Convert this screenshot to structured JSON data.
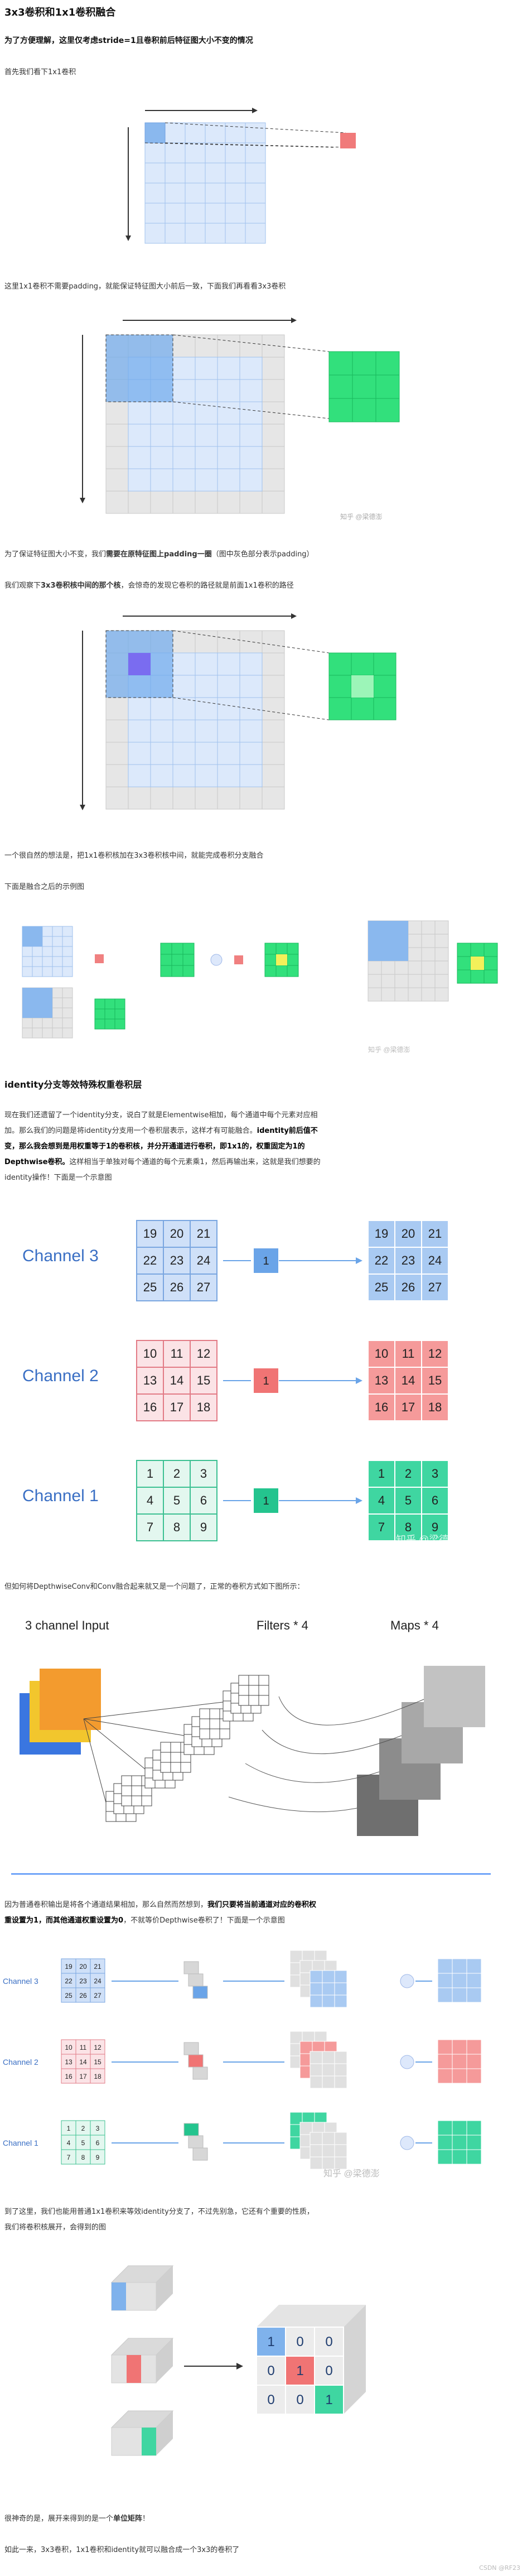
{
  "article": {
    "title": "3x3卷积和1x1卷积融合",
    "intro_bold": "为了方便理解，这里仅考虑stride=1且卷积前后特征图大小不变的情况",
    "p1": "首先我们看下1x1卷积",
    "p2": "这里1x1卷积不需要padding，就能保证特征图大小前后一致，下面我们再看看3x3卷积",
    "p3_pre": "为了保证特征图大小不变，我们",
    "p3_bold": "需要在原特征图上padding一圈",
    "p3_post": "（图中灰色部分表示padding）",
    "p4_pre": "我们观察下",
    "p4_bold": "3x3卷积核中间的那个核",
    "p4_post": "，会惊奇的发现它卷积的路径就是前面1x1卷积的路径",
    "p5": "一个很自然的想法是，把1x1卷积核加在3x3卷积核中间，就能完成卷积分支融合",
    "p6": "下面是融合之后的示例图",
    "watermark_1": "知乎 @梁德澎",
    "watermark_2": "知乎 @梁德澎",
    "section2_title": "identity分支等效特殊权重卷积层",
    "p7_a": "现在我们还遗留了一个identity分支，说白了就是Elementwise相加，每个通道中每个元素对应相",
    "p7_b": "加。那么我们的问题是将identity分支用一个卷积层表示，这样才有可能融合。",
    "p7_b_bold": "identity前后值不",
    "p7_c_bold": "变，那么我会想到是用权重等于1的卷积核，并分开通道进行卷积，即1x1的，权重固定为1的",
    "p7_d_bold": "Depthwise卷积。",
    "p7_d": "这样相当于单独对每个通道的每个元素乘1，然后再输出来，这就是我们想要的",
    "p7_e": "identity操作！下面是一个示意图",
    "channels": [
      {
        "name": "Channel 3",
        "values": [
          "19",
          "20",
          "21",
          "22",
          "23",
          "24",
          "25",
          "26",
          "27"
        ],
        "weight": "1",
        "fill": "#cfe0f8",
        "border": "#7aa6e0",
        "kern": "#6aa4e8",
        "out": "#a9caf2"
      },
      {
        "name": "Channel 2",
        "values": [
          "10",
          "11",
          "12",
          "13",
          "14",
          "15",
          "16",
          "17",
          "18"
        ],
        "weight": "1",
        "fill": "#fbe3e6",
        "border": "#e27b86",
        "kern": "#f07474",
        "out": "#f59a9a"
      },
      {
        "name": "Channel 1",
        "values": [
          "1",
          "2",
          "3",
          "4",
          "5",
          "6",
          "7",
          "8",
          "9"
        ],
        "weight": "1",
        "fill": "#e3f7ef",
        "border": "#3cc092",
        "kern": "#24c48e",
        "out": "#3fd6a1"
      }
    ],
    "watermark_3": "知乎 @梁德澎",
    "p8": "但如何将DepthwiseConv和Conv融合起来就又是一个问题了，正常的卷积方式如下图所示：",
    "fig_input": "3 channel Input",
    "fig_filters": "Filters * 4",
    "fig_maps": "Maps * 4",
    "p9_pre": "因为普通卷积输出是将各个通道结果相加，那么自然而然想到，",
    "p9_bold": "我们只要将当前通道对应的卷积权",
    "p9_b_bold": "重设置为1，而其他通道权重设置为0",
    "p9_b": "，不就等价Depthwise卷积了！下面是一个示意图",
    "small_channels": [
      "Channel 3",
      "Channel 2",
      "Channel 1"
    ],
    "watermark_4": "知乎 @梁德澎",
    "p10_a": "到了这里，我们也能用普通1x1卷积来等效identity分支了，不过先别急，它还有个重要的性质，",
    "p10_b": "我们将卷积核展开，会得到的图",
    "matrix": [
      "1",
      "0",
      "0",
      "0",
      "1",
      "0",
      "0",
      "0",
      "1"
    ],
    "p11_pre": "很神奇的是，展开来得到的是一个",
    "p11_bold": "单位矩阵",
    "p11_post": "！",
    "p12": "如此一来，3x3卷积，1x1卷积和identity就可以融合成一个3x3的卷积了",
    "footer": "CSDN @RF23"
  },
  "colors": {
    "blue": "#7fb2ec",
    "lightblue": "#dce9fb",
    "green": "#32e07c",
    "red": "#f08080",
    "gray": "#cfcfcf"
  }
}
